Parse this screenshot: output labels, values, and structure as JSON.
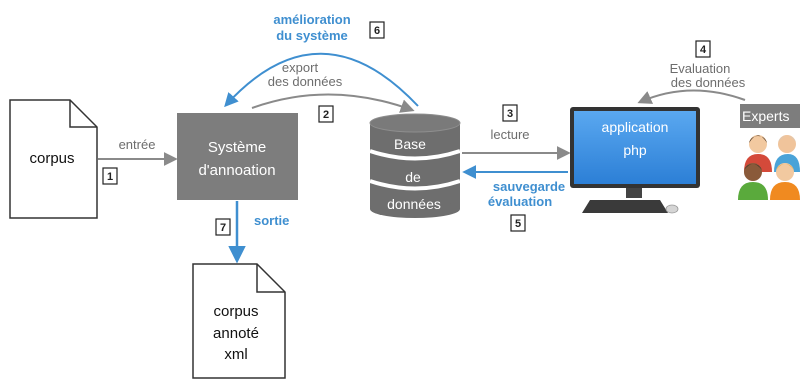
{
  "nodes": {
    "corpus": "corpus",
    "system": [
      "Système",
      "d'annoation"
    ],
    "database": [
      "Base",
      "de",
      "données"
    ],
    "application": [
      "application",
      "php"
    ],
    "experts": "Experts",
    "output": [
      "corpus",
      "annoté",
      "xml"
    ]
  },
  "edges": {
    "entree": "entrée",
    "export": [
      "export",
      "des données"
    ],
    "lecture": "lecture",
    "evaluation": [
      "Evaluation",
      "des données"
    ],
    "sauvegarde": [
      "sauvegarde",
      "évaluation"
    ],
    "amelioration": [
      "amélioration",
      "du système"
    ],
    "sortie": "sortie"
  },
  "steps": [
    "1",
    "2",
    "3",
    "4",
    "5",
    "6",
    "7"
  ],
  "colors": {
    "gray_box": "#7d7d7d",
    "gray_arrow": "#8a8a8a",
    "blue_accent": "#3f8fd0",
    "screen_blue": "#3b8de0",
    "database_gray": "#6e6e6e"
  }
}
